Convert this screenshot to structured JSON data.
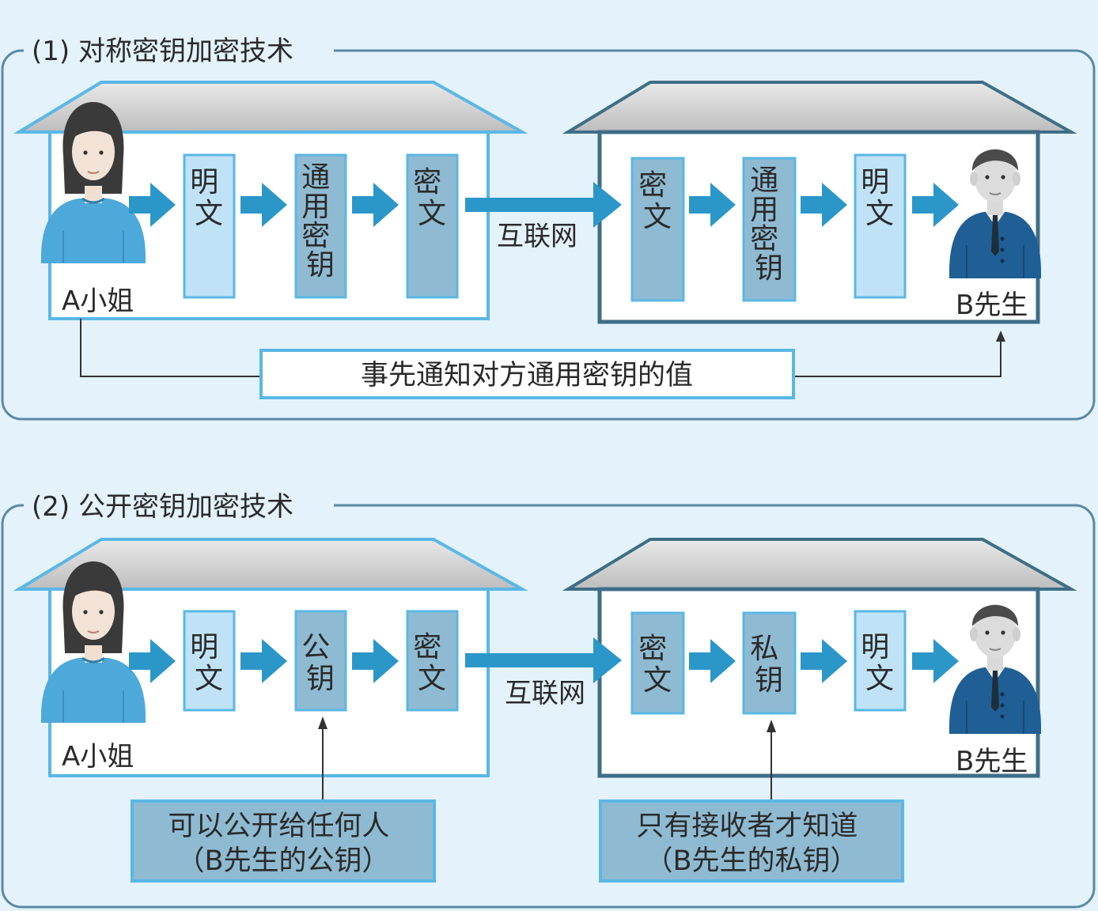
{
  "section1": {
    "title": "(1) 对称密钥加密技术",
    "sender_boxes": [
      [
        "明",
        "文"
      ],
      [
        "通",
        "用",
        "密",
        "钥"
      ],
      [
        "密",
        "文"
      ]
    ],
    "receiver_boxes": [
      [
        "密",
        "文"
      ],
      [
        "通",
        "用",
        "密",
        "钥"
      ],
      [
        "明",
        "文"
      ]
    ],
    "network_label": "互联网",
    "sender_name": "A小姐",
    "receiver_name": "B先生",
    "note": "事先通知对方通用密钥的值"
  },
  "section2": {
    "title": "(2) 公开密钥加密技术",
    "sender_boxes": [
      [
        "明",
        "文"
      ],
      [
        "公",
        "钥"
      ],
      [
        "密",
        "文"
      ]
    ],
    "receiver_boxes": [
      [
        "密",
        "文"
      ],
      [
        "私",
        "钥"
      ],
      [
        "明",
        "文"
      ]
    ],
    "network_label": "互联网",
    "sender_name": "A小姐",
    "receiver_name": "B先生",
    "public_note": [
      "可以公开给任何人",
      "（B先生的公钥）"
    ],
    "private_note": [
      "只有接收者才知道",
      "（B先生的私钥）"
    ]
  },
  "colors": {
    "background": "#e3f2fb",
    "light_box": "#bfe2f7",
    "medium_box": "#8fbbd2",
    "arrow": "#2b97c9",
    "sender_house": "#5ab7e6",
    "receiver_house": "#3e6e87"
  }
}
